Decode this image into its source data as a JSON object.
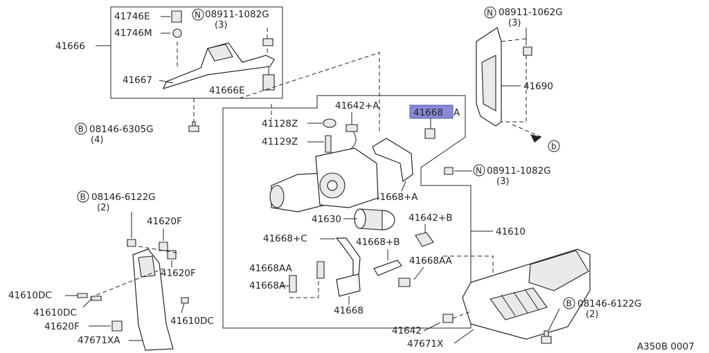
{
  "highlight_color": "#8a88d8",
  "diagram_code": "A350B 0007",
  "labels": {
    "p41746E": "41746E",
    "p41746M": "41746M",
    "p41666": "41666",
    "p41667": "41667",
    "p41666E": "41666E",
    "p41128Z": "41128Z",
    "p41129Z": "41129Z",
    "p41642A": "41642+A",
    "p41668A_hl": "41668",
    "p41668A_hl_suffix": "A",
    "p41668A2": "41668+A",
    "p41630": "41630",
    "p41642B": "41642+B",
    "p41610": "41610",
    "p41668C": "41668+C",
    "p41668B": "41668+B",
    "p41668AA_l": "41668AA",
    "p41668AA_r": "41668AA",
    "p41668A3": "41668A",
    "p41668": "41668",
    "p41642": "41642",
    "p47671X": "47671X",
    "p41690": "41690",
    "p41620F_a": "41620F",
    "p41620F_b": "41620F",
    "p41620F_c": "41620F",
    "p41610DC_a": "41610DC",
    "p41610DC_b": "41610DC",
    "p41610DC_c": "41610DC",
    "p47671XA": "47671XA"
  },
  "callouts": {
    "n1": {
      "letter": "N",
      "part": "08911-1082G",
      "qty": "(3)"
    },
    "n2": {
      "letter": "N",
      "part": "08911-1062G",
      "qty": "(3)"
    },
    "n3": {
      "letter": "N",
      "part": "08911-1082G",
      "qty": "(3)"
    },
    "b1": {
      "letter": "B",
      "part": "08146-6305G",
      "qty": "(4)"
    },
    "b2": {
      "letter": "B",
      "part": "08146-6122G",
      "qty": "(2)"
    },
    "b3": {
      "letter": "B",
      "part": "08146-6122G",
      "qty": "(2)"
    },
    "ref": {
      "letter": "b"
    }
  }
}
